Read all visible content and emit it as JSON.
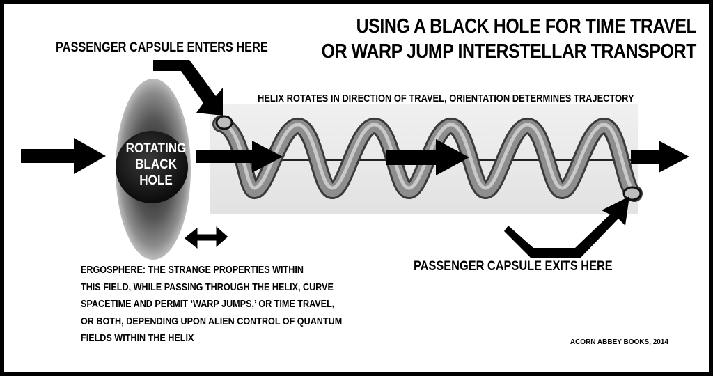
{
  "title": {
    "line1": "USING A BLACK HOLE FOR TIME TRAVEL",
    "line2": "OR WARP JUMP INTERSTELLAR TRANSPORT"
  },
  "labels": {
    "entry": "PASSENGER CAPSULE ENTERS HERE",
    "helix": "HELIX ROTATES IN DIRECTION OF TRAVEL, ORIENTATION DETERMINES TRAJECTORY",
    "exit": "PASSENGER CAPSULE EXITS HERE",
    "black_hole": [
      "ROTATING",
      "BLACK",
      "HOLE"
    ]
  },
  "ergosphere_text": [
    "ERGOSPHERE: THE STRANGE PROPERTIES WITHIN",
    "THIS FIELD, WHILE PASSING THROUGH THE HELIX, CURVE",
    "SPACETIME AND PERMIT ‘WARP JUMPS,’ OR TIME TRAVEL,",
    "OR BOTH, DEPENDING UPON ALIEN CONTROL OF QUANTUM",
    "FIELDS WITHIN THE HELIX"
  ],
  "credit": "ACORN ABBEY BOOKS, 2014",
  "colors": {
    "frame": "#000000",
    "background": "#ffffff",
    "helix_panel": "#ededed",
    "helix_tube": "#7a7a7a",
    "ergosphere": "#6a6a6a",
    "black_hole": "#151515"
  }
}
